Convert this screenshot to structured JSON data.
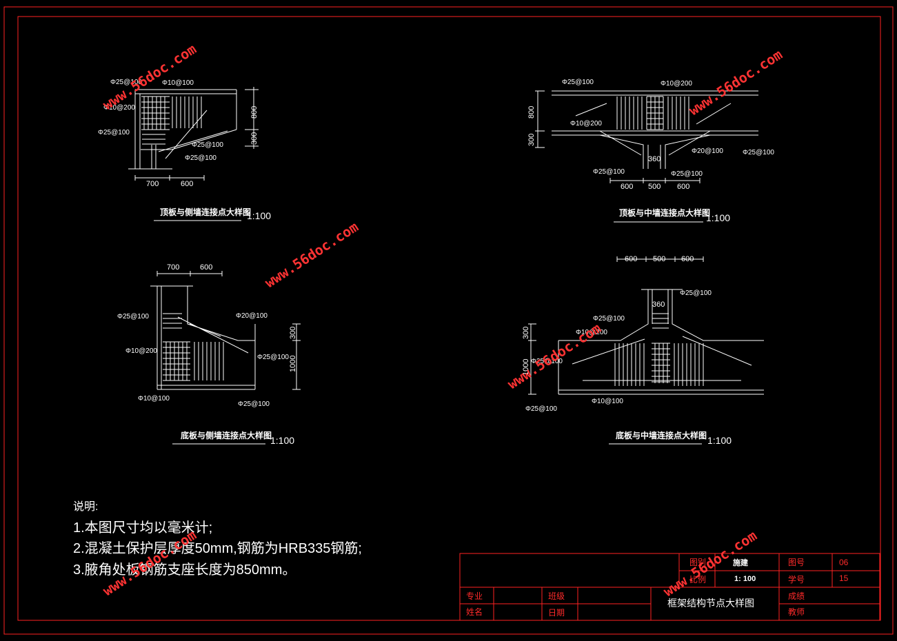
{
  "colors": {
    "background": "#000000",
    "frame": "#ff2222",
    "lines": "#ffffff",
    "watermark": "#ff3333"
  },
  "details": {
    "top_side": {
      "title": "顶板与侧墙连接点大样图",
      "scale": "1:100",
      "labels": [
        "Φ25@100",
        "Φ10@100",
        "Φ10@200",
        "Φ25@100",
        "Φ25@100",
        "Φ25@100"
      ],
      "dims": [
        "700",
        "600",
        "800",
        "300"
      ]
    },
    "top_middle": {
      "title": "顶板与中墙连接点大样图",
      "scale": "1:100",
      "labels": [
        "Φ25@100",
        "Φ10@200",
        "Φ10@200",
        "Φ20@100",
        "Φ25@100",
        "Φ25@100",
        "Φ25@100",
        "360"
      ],
      "dims": [
        "800",
        "300",
        "600",
        "500",
        "600"
      ]
    },
    "bottom_side": {
      "title": "底板与侧墙连接点大样图",
      "scale": "1:100",
      "labels": [
        "Φ25@100",
        "Φ20@100",
        "Φ10@200",
        "Φ25@100",
        "Φ10@100",
        "Φ25@100"
      ],
      "dims": [
        "700",
        "600",
        "300",
        "1000"
      ]
    },
    "bottom_middle": {
      "title": "底板与中墙连接点大样图",
      "scale": "1:100",
      "labels": [
        "Φ25@100",
        "Φ25@100",
        "Φ10@200",
        "Φ25@100",
        "Φ10@100",
        "Φ25@100",
        "360"
      ],
      "dims": [
        "600",
        "500",
        "600",
        "300",
        "1000"
      ]
    }
  },
  "notes": {
    "heading": "说明:",
    "items": [
      "1.本图尺寸均以毫米计;",
      "2.混凝土保护层厚度50mm,钢筋为HRB335钢筋;",
      "3.腋角处板钢筋支座长度为850mm。"
    ]
  },
  "title_block": {
    "drawing_title": "框架结构节点大样图",
    "major_label": "专业",
    "name_label": "姓名",
    "class_label": "班级",
    "date_label": "日期",
    "category_label": "图别",
    "category_value": "施建",
    "scale_label": "比例",
    "scale_value": "1: 100",
    "sheet_no_label": "图号",
    "sheet_no_value": "06",
    "student_no_label": "学号",
    "student_no_value": "15",
    "grade_label": "成绩",
    "teacher_label": "教师"
  },
  "watermark": "www.56doc.com"
}
